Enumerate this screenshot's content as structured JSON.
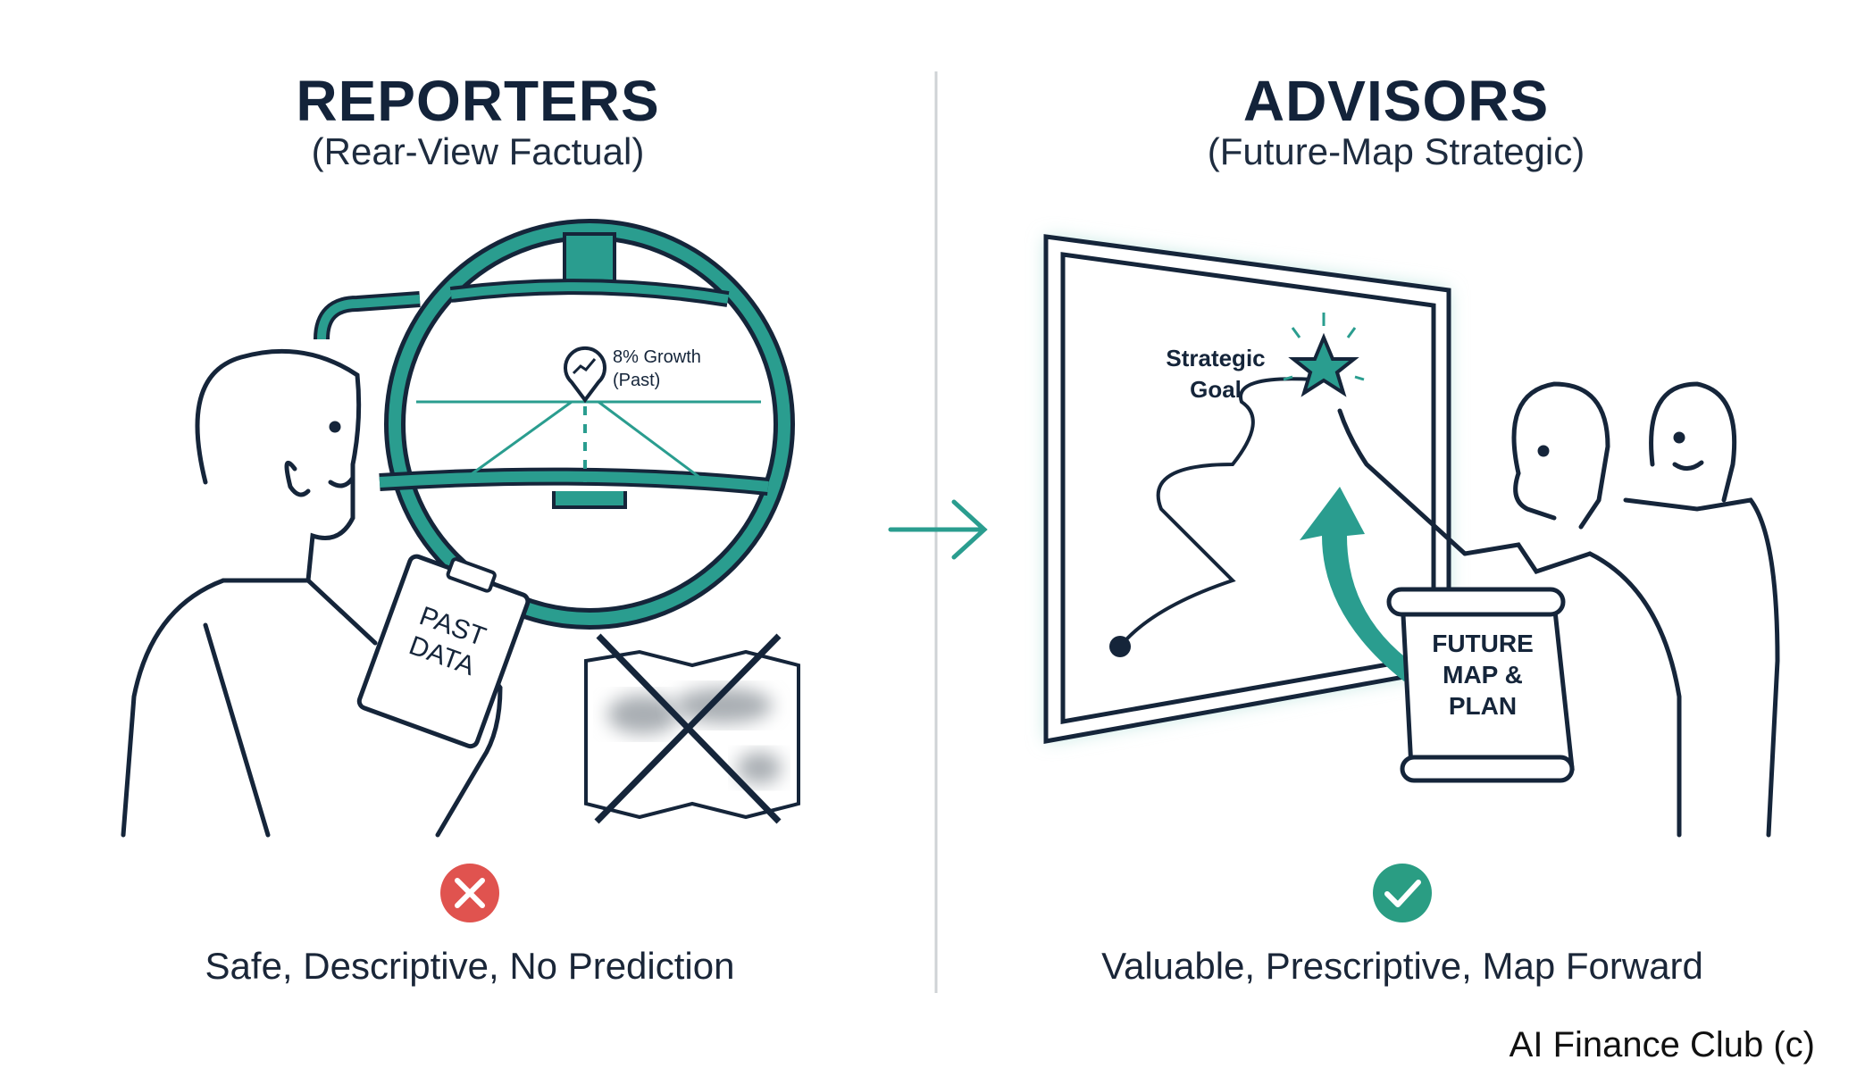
{
  "left": {
    "title": "REPORTERS",
    "subtitle": "(Rear-View Factual)",
    "mirror_label_line1": "8% Growth",
    "mirror_label_line2": "(Past)",
    "clipboard_line1": "PAST",
    "clipboard_line2": "DATA",
    "status_icon": "x-circle-icon",
    "caption": "Safe, Descriptive, No Prediction"
  },
  "right": {
    "title": "ADVISORS",
    "subtitle": "(Future-Map Strategic)",
    "goal_line1": "Strategic",
    "goal_line2": "Goal",
    "scroll_line1": "FUTURE",
    "scroll_line2": "MAP &",
    "scroll_line3": "PLAN",
    "status_icon": "check-circle-icon",
    "caption": "Valuable, Prescriptive, Map Forward"
  },
  "watermark": "AI Finance Club (c)",
  "colors": {
    "teal": "#2a9d8f",
    "navy": "#15253a",
    "red": "#e0534f",
    "green": "#2a9d83"
  }
}
